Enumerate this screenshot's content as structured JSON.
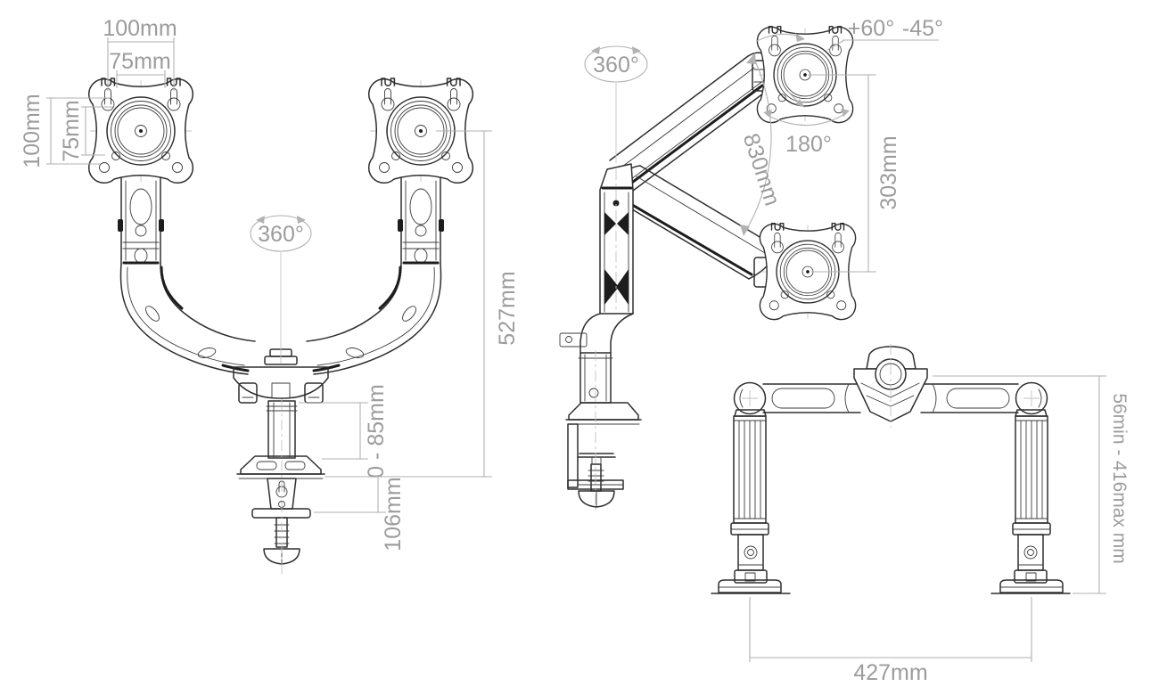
{
  "document": {
    "type": "technical dimension drawing",
    "subject": "dual monitor gas-spring desk mount arm",
    "background": "#ffffff"
  },
  "colors": {
    "line_art": "#2e2e2e",
    "dimension_lines": "#b2b2b2",
    "labels": "#9c9c9c"
  },
  "front_view": {
    "vesa_width_outer": "100mm",
    "vesa_width_inner": "75mm",
    "vesa_height_outer": "100mm",
    "vesa_height_inner": "75mm",
    "pole_rotation": "360°",
    "total_height": "527mm",
    "height_adjustment": "0 - 85mm",
    "clamp_depth": "106mm"
  },
  "side_view": {
    "base_rotation": "360°",
    "tilt_up": "+60°",
    "tilt_down": "-45°",
    "monitor_swivel": "180°",
    "arm_arc": "830mm",
    "vertical_travel": "303mm"
  },
  "top_view": {
    "arm_span": "427mm",
    "extension_range": "56min - 416max mm"
  }
}
